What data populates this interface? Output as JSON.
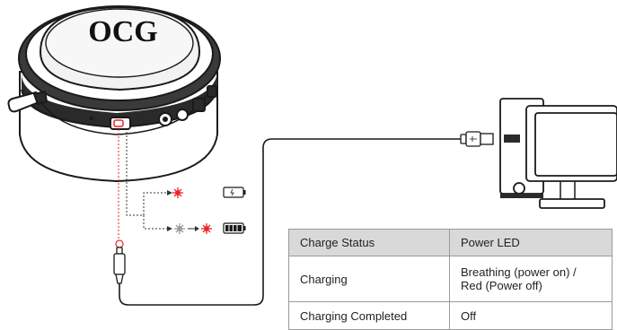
{
  "headset": {
    "brand": "OCG"
  },
  "colors": {
    "led_red": "#e8252a",
    "line": "#1a1a1a",
    "header_bg": "#d9d9d9"
  },
  "icons": {
    "led_red": "red-led-burst-icon",
    "led_off": "grey-led-burst-icon",
    "battery_empty": "battery-empty-icon",
    "battery_full": "battery-full-icon",
    "usb_plug": "usb-a-plug-icon",
    "usb_c": "usb-c-plug-icon",
    "computer": "desktop-computer-icon"
  },
  "table": {
    "headers": [
      "Charge Status",
      "Power LED"
    ],
    "rows": [
      {
        "status": "Charging",
        "led": "Breathing (power on) / Red (Power off)"
      },
      {
        "status": "Charging Completed",
        "led": "Off"
      }
    ]
  }
}
